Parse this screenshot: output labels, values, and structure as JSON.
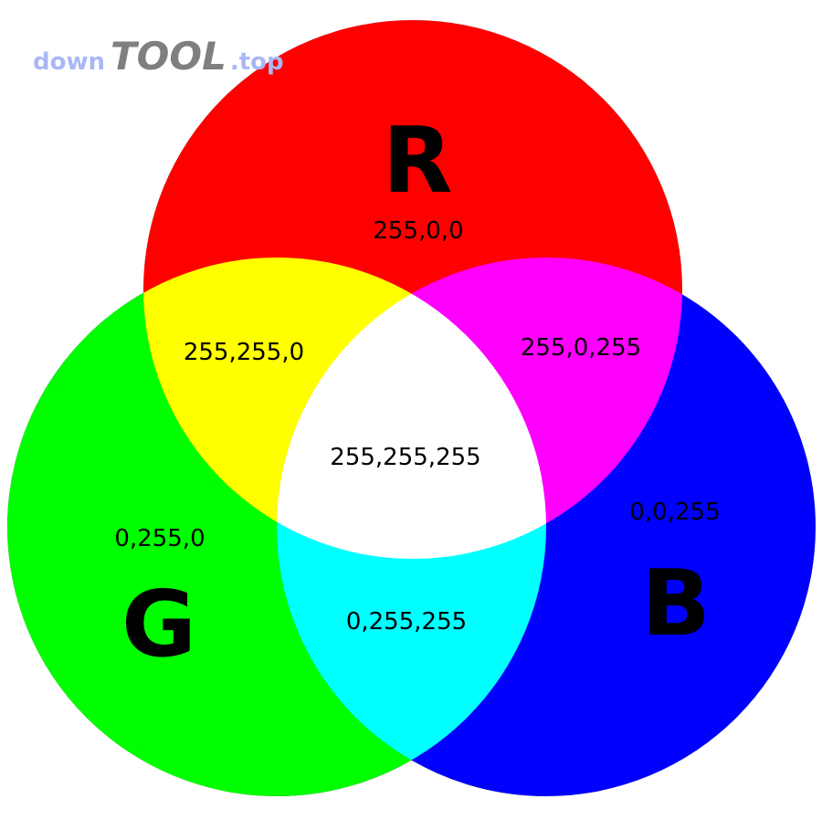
{
  "logo": {
    "prefix": "down",
    "main": "TOOL",
    "suffix": ".top"
  },
  "circles": {
    "red": {
      "label": "R",
      "value": "255,0,0",
      "color": "#ff0000"
    },
    "green": {
      "label": "G",
      "value": "0,255,0",
      "color": "#00ff00"
    },
    "blue": {
      "label": "B",
      "value": "0,0,255",
      "color": "#0000ff"
    }
  },
  "overlaps": {
    "red_green": "255,255,0",
    "red_blue": "255,0,255",
    "green_blue": "0,255,255",
    "all": "255,255,255"
  }
}
